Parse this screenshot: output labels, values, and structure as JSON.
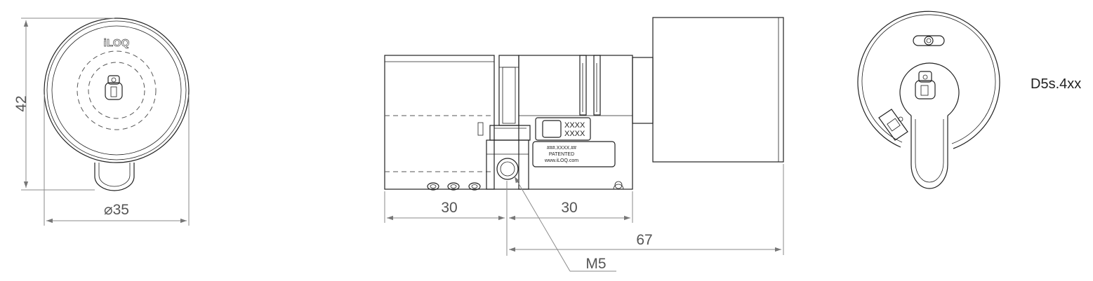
{
  "front_view": {
    "logo": "iLOQ",
    "dim_height": "42",
    "dim_diameter": "⌀35"
  },
  "side_view": {
    "label_code_1": "XXXX",
    "label_code_2": "XXXX",
    "label_line_1": "###.XXXX.## ",
    "label_line_2": "PATENTED",
    "label_line_3": "www.iLOQ.com",
    "dim_left": "30",
    "dim_right": "30",
    "dim_total": "67",
    "dim_screw": "M5"
  },
  "back_view": {
    "model_code": "D5s.4xx"
  }
}
